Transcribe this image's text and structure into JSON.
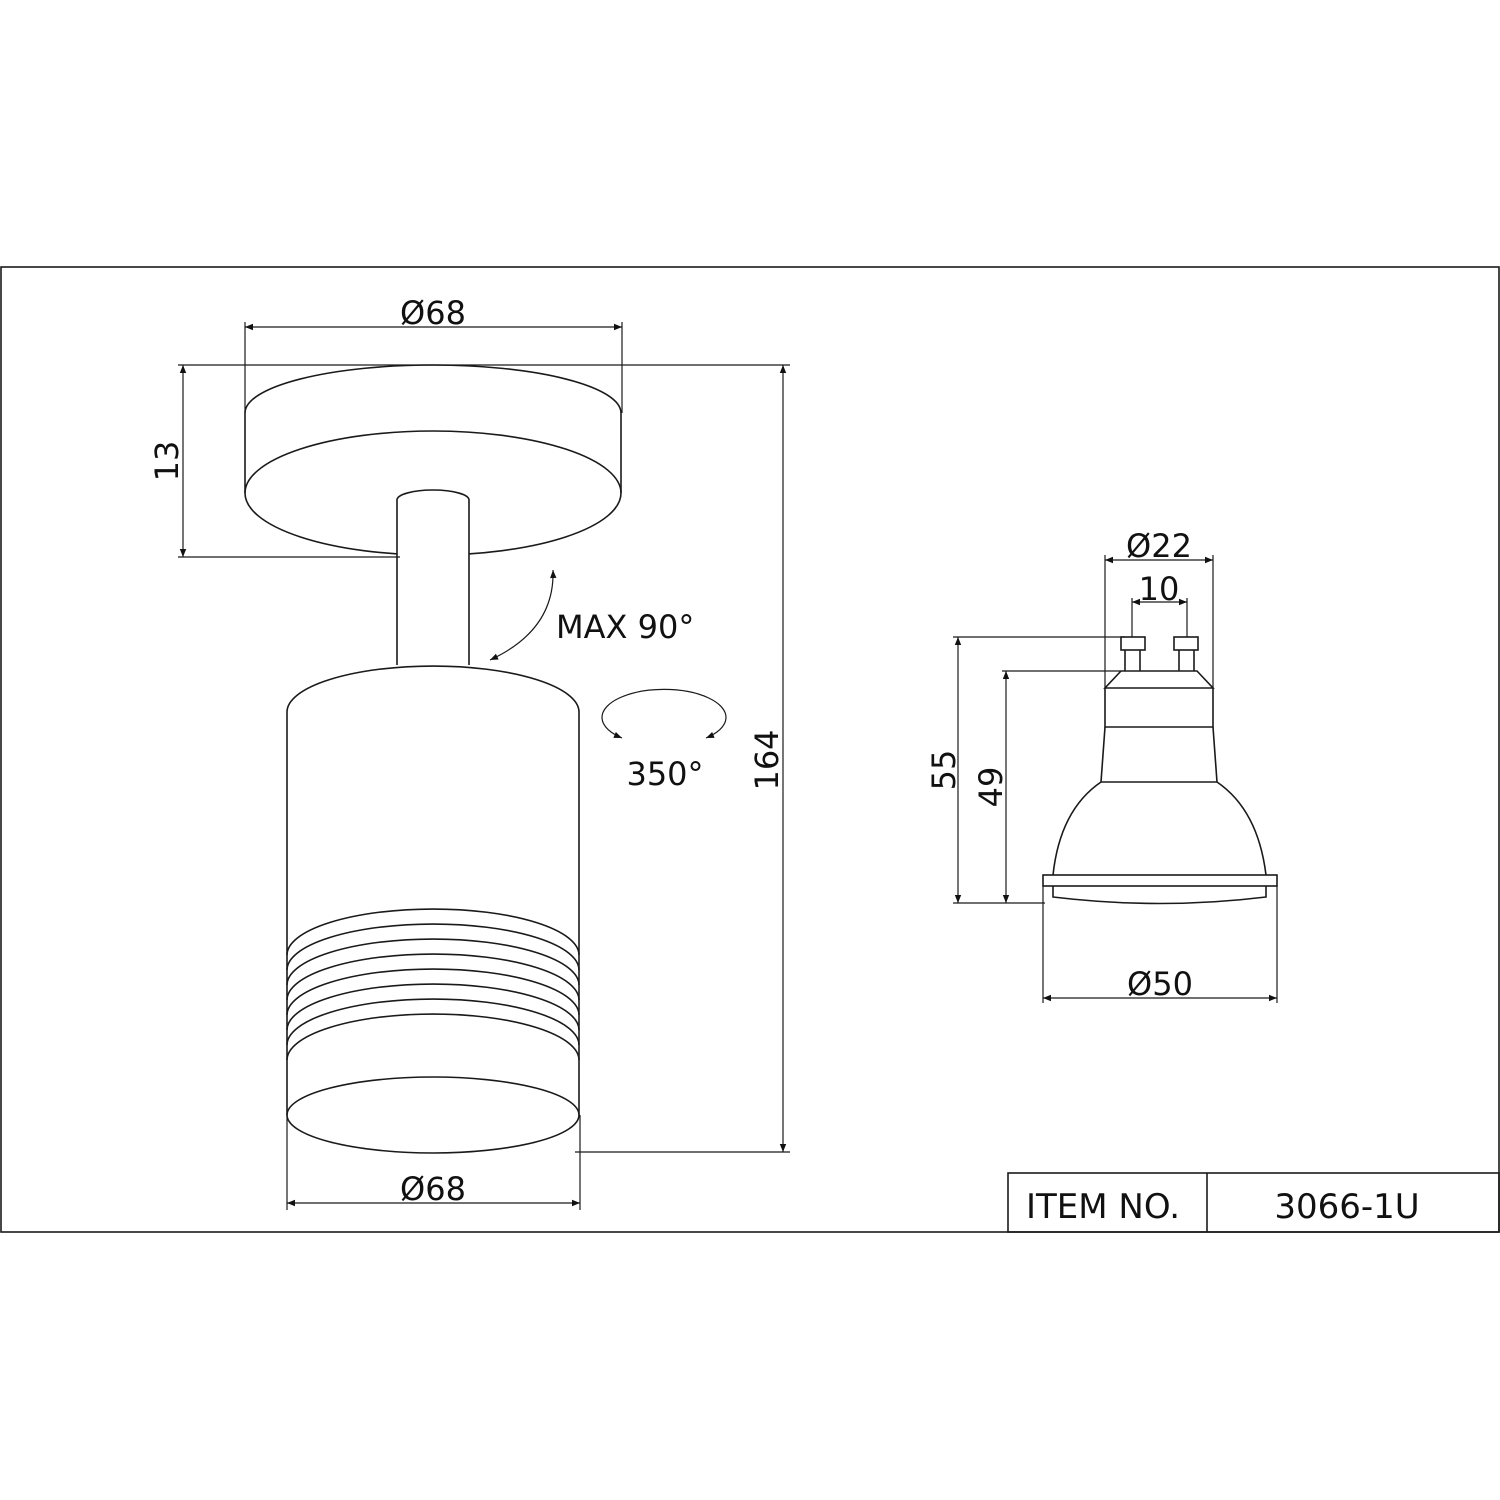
{
  "drawing": {
    "fixture": {
      "canopy_diameter": "Ø68",
      "canopy_height": "13",
      "total_height": "164",
      "tilt_label": "MAX 90°",
      "rotation_label": "350°",
      "head_diameter": "Ø68"
    },
    "bulb": {
      "base_diameter": "Ø22",
      "pin_spacing": "10",
      "total_length": "55",
      "body_length": "49",
      "face_diameter": "Ø50"
    }
  },
  "title_block": {
    "item_label": "ITEM NO.",
    "item_value": "3066-1U"
  }
}
